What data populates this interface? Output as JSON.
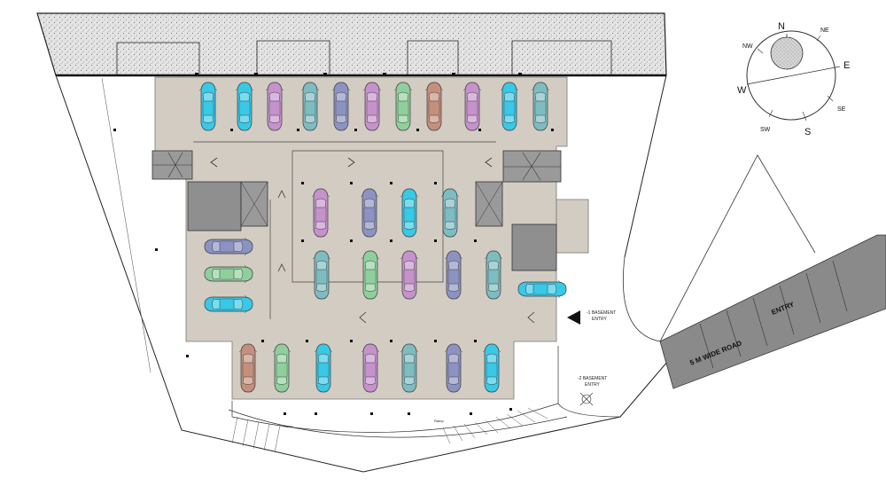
{
  "labels": {
    "basement1_entry_line1": "-1 BASEMENT",
    "basement1_entry_line2": "ENTRY",
    "basement2_entry_line1": "-2 BASEMENT",
    "basement2_entry_line2": "ENTRY",
    "road": "5 M WIDE ROAD",
    "entry": "ENTRY",
    "ramp_left": "Ramp",
    "ramp_right": "Ramp"
  },
  "compass": {
    "N": "N",
    "S": "S",
    "E": "E",
    "W": "W",
    "NE": "NE",
    "NW": "NW",
    "SE": "SE",
    "SW": "SW"
  },
  "colors": {
    "floor": "#d3ccc3",
    "hatch": "#e6e6e6",
    "core": "#8f8f8f",
    "car_cyan": "#37c9e6",
    "car_teal": "#7dbcc1",
    "car_purple": "#c592cc",
    "car_blue": "#8c93c2",
    "car_green": "#8fcf9c",
    "car_brown": "#c4907c"
  },
  "cars_top": [
    "cyan",
    "cyan",
    "purple",
    "teal",
    "blue",
    "purple",
    "green",
    "brown",
    "purple",
    "cyan",
    "teal"
  ],
  "cars_center_top": [
    "purple",
    "blue",
    "cyan",
    "teal"
  ],
  "cars_center_bottom": [
    "teal",
    "green",
    "purple",
    "blue",
    "teal"
  ],
  "cars_left": [
    "blue",
    "green",
    "cyan"
  ],
  "cars_right": [
    "cyan"
  ],
  "cars_bottom": [
    "brown",
    "green",
    "cyan",
    "purple",
    "teal",
    "blue",
    "cyan"
  ]
}
